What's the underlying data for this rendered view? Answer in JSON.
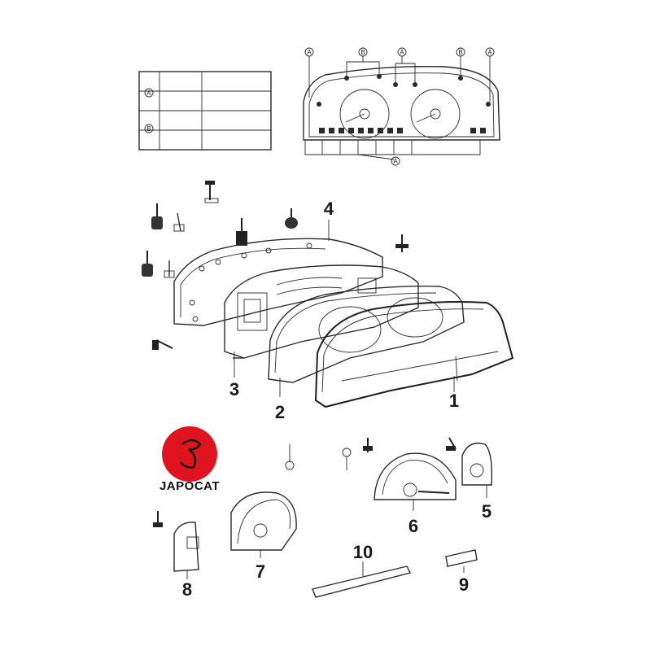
{
  "brand": {
    "logo_text": "JAPOCAT",
    "logo_color": "#e0141e"
  },
  "table": {
    "row_labels": [
      "A",
      "B"
    ]
  },
  "rear_view": {
    "tag_a": "A",
    "tag_b": "B"
  },
  "callouts": {
    "p1": "1",
    "p2": "2",
    "p3": "3",
    "p4": "4",
    "p5": "5",
    "p6": "6",
    "p7": "7",
    "p8": "8",
    "p9": "9",
    "p10": "10"
  }
}
